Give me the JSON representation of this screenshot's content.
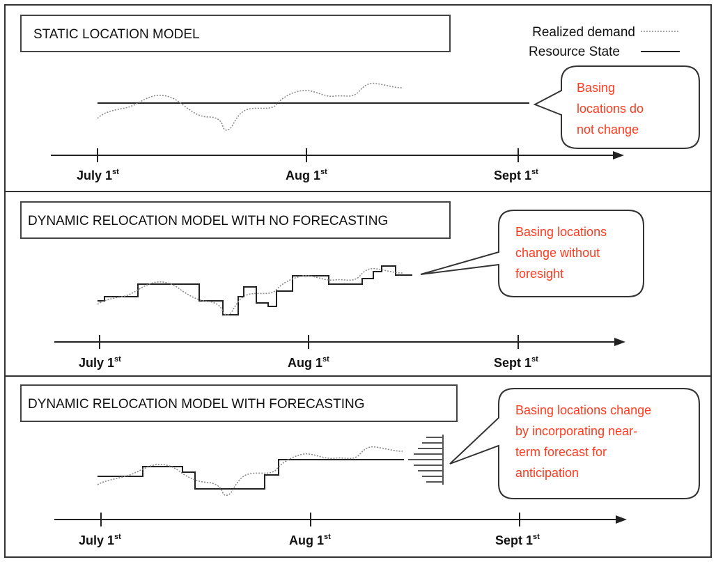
{
  "legend": {
    "realized_demand": "Realized demand",
    "resource_state": "Resource State"
  },
  "panels": [
    {
      "title": "STATIC LOCATION MODEL",
      "callout": [
        "Basing",
        "locations do",
        "not change"
      ],
      "ticks": [
        {
          "label": "July 1",
          "sup": "st"
        },
        {
          "label": "Aug 1",
          "sup": "st"
        },
        {
          "label": "Sept 1",
          "sup": "st"
        }
      ]
    },
    {
      "title": "DYNAMIC RELOCATION MODEL WITH NO FORECASTING",
      "callout": [
        "Basing locations",
        "change without",
        "foresight"
      ],
      "ticks": [
        {
          "label": "July 1",
          "sup": "st"
        },
        {
          "label": "Aug 1",
          "sup": "st"
        },
        {
          "label": "Sept 1",
          "sup": "st"
        }
      ]
    },
    {
      "title": "DYNAMIC RELOCATION MODEL WITH FORECASTING",
      "callout": [
        "Basing locations change",
        "by incorporating near-",
        "term forecast for",
        "anticipation"
      ],
      "ticks": [
        {
          "label": "July 1",
          "sup": "st"
        },
        {
          "label": "Aug 1",
          "sup": "st"
        },
        {
          "label": "Sept 1",
          "sup": "st"
        }
      ]
    }
  ],
  "colors": {
    "callout_text": "#ff3b1f",
    "line": "#222222",
    "demand": "#8a8a8a",
    "frame": "#333333"
  }
}
